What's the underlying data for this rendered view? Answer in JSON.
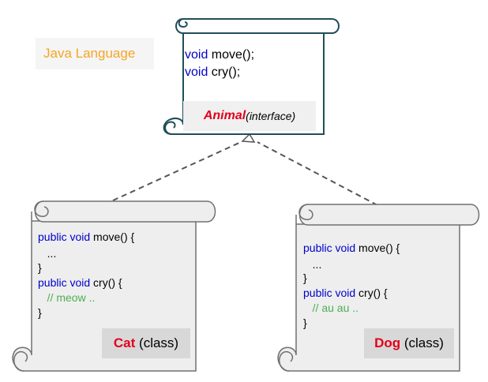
{
  "language_label": "Java Language",
  "interface": {
    "lines": [
      {
        "kw": "void",
        "rest": " move();"
      },
      {
        "kw": "void",
        "rest": " cry();"
      }
    ],
    "name": "Animal",
    "kind": "(interface)"
  },
  "cat": {
    "lines": [
      {
        "kw": "public void",
        "rest": " move() {"
      },
      {
        "kw": "",
        "rest": "   ..."
      },
      {
        "kw": "",
        "rest": "}"
      },
      {
        "kw": "public void",
        "rest": " cry() {"
      },
      {
        "kw": "",
        "rest": "   ",
        "comment": "// meow .."
      },
      {
        "kw": "",
        "rest": "}"
      }
    ],
    "name": "Cat",
    "kind": " (class)"
  },
  "dog": {
    "lines": [
      {
        "kw": "public void",
        "rest": " move() {"
      },
      {
        "kw": "",
        "rest": "   ..."
      },
      {
        "kw": "",
        "rest": "}"
      },
      {
        "kw": "public void",
        "rest": " cry() {"
      },
      {
        "kw": "",
        "rest": "   ",
        "comment": "// au au .."
      },
      {
        "kw": "",
        "rest": "}"
      }
    ],
    "name": "Dog",
    "kind": " (class)"
  },
  "colors": {
    "interface_border": "#1f4e5a",
    "scroll_border": "#707070",
    "scroll_fill": "#eeeeee",
    "keyword": "#0000cc",
    "comment": "#4caf50",
    "name_red": "#e3001b",
    "language": "#f5a623"
  }
}
